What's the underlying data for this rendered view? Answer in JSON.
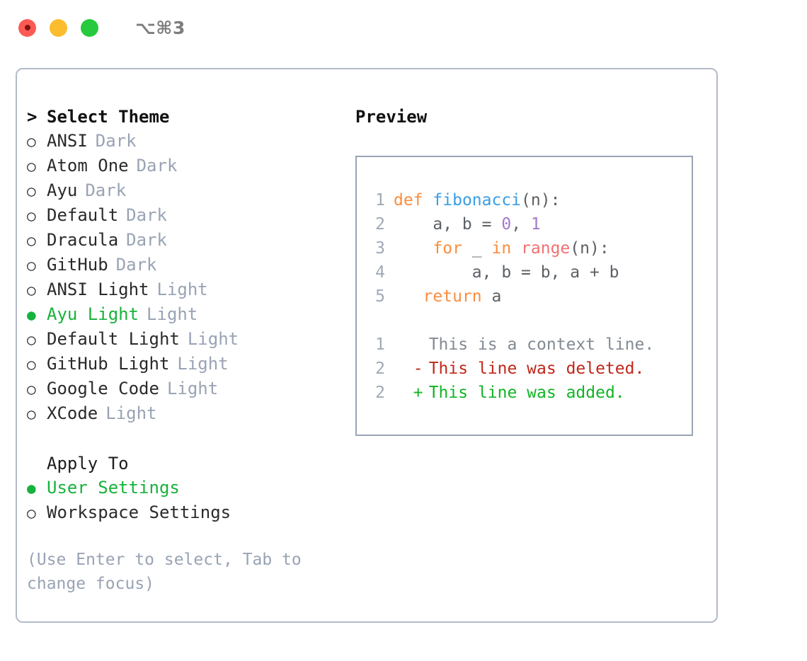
{
  "titlebar": {
    "shortcut": "⌥⌘3",
    "lights": [
      "close",
      "minimize",
      "zoom"
    ]
  },
  "colors": {
    "accent_green": "#17b23c",
    "muted": "#99a3b4",
    "text": "#2a2a2a",
    "border": "#b3bbc9",
    "keyword": "#fa8d3e",
    "function": "#399ee6",
    "number": "#a37acc",
    "builtin": "#f07171",
    "plain": "#5c6166",
    "linenum": "#a0a8b6",
    "diff_add": "#11b524",
    "diff_del": "#c0271a",
    "diff_ctx": "#828a93"
  },
  "left": {
    "caret": ">",
    "title": "Select Theme",
    "bullet_off": "○",
    "bullet_on": "●",
    "themes": [
      {
        "name": "ANSI",
        "kind": "Dark",
        "selected": false
      },
      {
        "name": "Atom One",
        "kind": "Dark",
        "selected": false
      },
      {
        "name": "Ayu",
        "kind": "Dark",
        "selected": false
      },
      {
        "name": "Default",
        "kind": "Dark",
        "selected": false
      },
      {
        "name": "Dracula",
        "kind": "Dark",
        "selected": false
      },
      {
        "name": "GitHub",
        "kind": "Dark",
        "selected": false
      },
      {
        "name": "ANSI Light",
        "kind": "Light",
        "selected": false
      },
      {
        "name": "Ayu Light",
        "kind": "Light",
        "selected": true
      },
      {
        "name": "Default Light",
        "kind": "Light",
        "selected": false
      },
      {
        "name": "GitHub Light",
        "kind": "Light",
        "selected": false
      },
      {
        "name": "Google Code",
        "kind": "Light",
        "selected": false
      },
      {
        "name": "XCode",
        "kind": "Light",
        "selected": false
      }
    ],
    "apply_to_title": "Apply To",
    "apply_to": [
      {
        "name": "User Settings",
        "selected": true
      },
      {
        "name": "Workspace Settings",
        "selected": false
      }
    ],
    "hint": "(Use Enter to select, Tab to change focus)"
  },
  "preview": {
    "title": "Preview",
    "code": [
      {
        "ln": "1",
        "tokens": [
          {
            "t": "def",
            "c": "keyword"
          },
          {
            "t": " ",
            "c": "plain"
          },
          {
            "t": "fibonacci",
            "c": "function"
          },
          {
            "t": "(n):",
            "c": "plain"
          }
        ]
      },
      {
        "ln": "2",
        "tokens": [
          {
            "t": "    a, b = ",
            "c": "plain"
          },
          {
            "t": "0",
            "c": "number"
          },
          {
            "t": ", ",
            "c": "plain"
          },
          {
            "t": "1",
            "c": "number"
          }
        ]
      },
      {
        "ln": "3",
        "tokens": [
          {
            "t": "    ",
            "c": "plain"
          },
          {
            "t": "for",
            "c": "keyword"
          },
          {
            "t": " _ ",
            "c": "plain"
          },
          {
            "t": "in",
            "c": "keyword"
          },
          {
            "t": " ",
            "c": "plain"
          },
          {
            "t": "range",
            "c": "builtin"
          },
          {
            "t": "(n):",
            "c": "plain"
          }
        ]
      },
      {
        "ln": "4",
        "tokens": [
          {
            "t": "        a, b = b, a + b",
            "c": "plain"
          }
        ]
      },
      {
        "ln": "5",
        "tokens": [
          {
            "t": "   ",
            "c": "plain"
          },
          {
            "t": "return",
            "c": "keyword"
          },
          {
            "t": " a",
            "c": "plain"
          }
        ]
      }
    ],
    "diff": [
      {
        "ln": "1",
        "mark": " ",
        "text": "This is a context line.",
        "kind": "ctx"
      },
      {
        "ln": "2",
        "mark": "-",
        "text": "This line was deleted.",
        "kind": "del"
      },
      {
        "ln": "2",
        "mark": "+",
        "text": "This line was added.",
        "kind": "add"
      }
    ]
  }
}
